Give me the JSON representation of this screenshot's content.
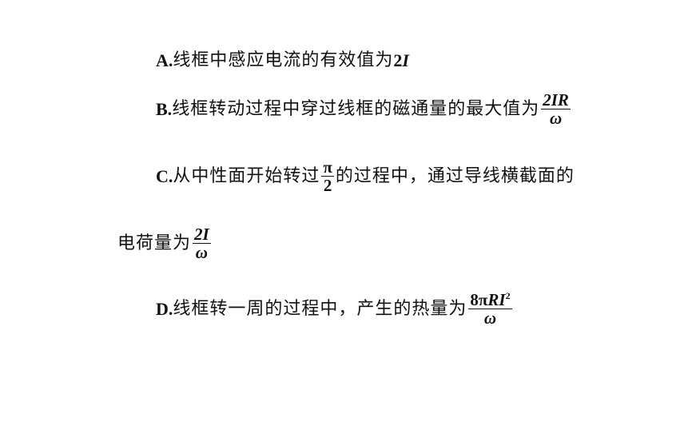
{
  "options": {
    "a": {
      "label": "A.",
      "text": "线框中感应电流的有效值为 ",
      "value_num": "2",
      "value_var": "I"
    },
    "b": {
      "label": "B.",
      "text": "线框转动过程中穿过线框的磁通量的最大值为",
      "frac_num": "2IR",
      "frac_den": "ω"
    },
    "c": {
      "label": "C.",
      "text_before": "从中性面开始转过",
      "frac_num": "π",
      "frac_den": "2",
      "text_after": "的过程中，通过导线横截面的",
      "text_line2": "电荷量为",
      "frac2_num": "2I",
      "frac2_den": "ω"
    },
    "d": {
      "label": "D.",
      "text": "线框转一周的过程中，产生的热量为",
      "frac_num_a": "8π",
      "frac_num_b": "RI",
      "frac_num_sup": "2",
      "frac_den": "ω"
    }
  }
}
